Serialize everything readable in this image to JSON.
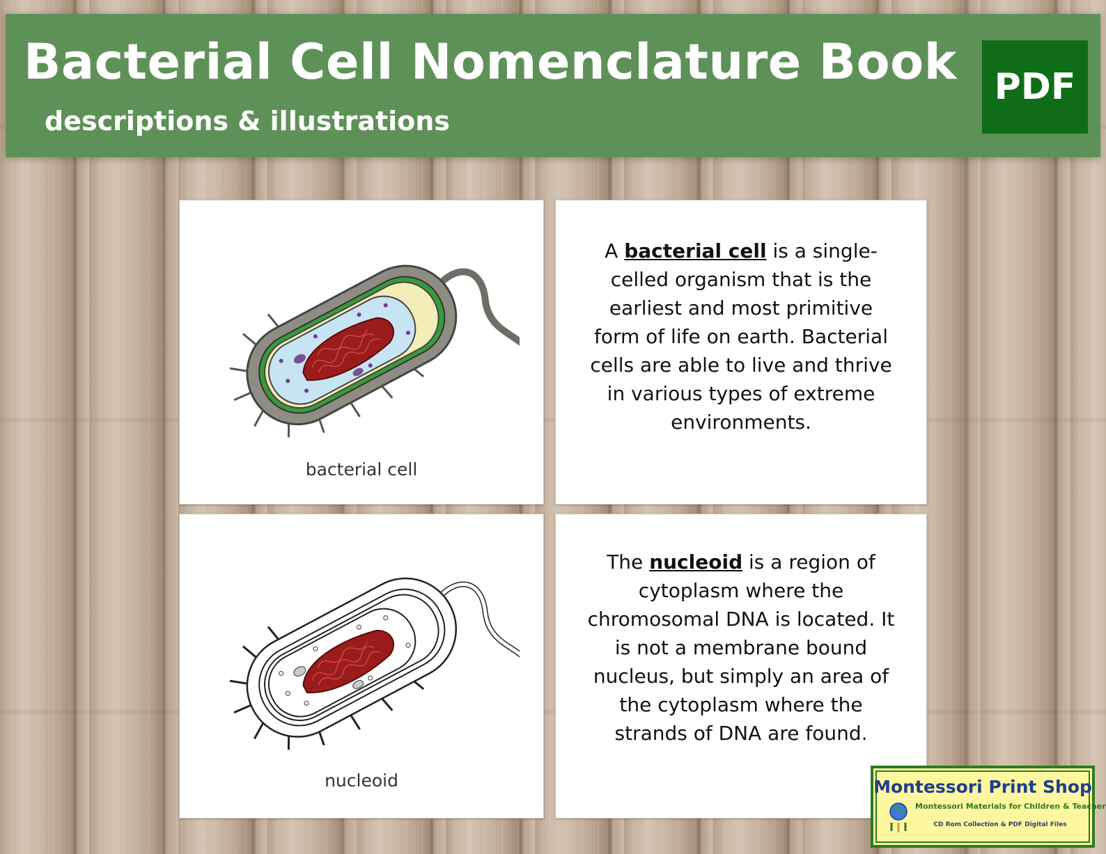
{
  "banner": {
    "title": "Bacterial Cell Nomenclature Book",
    "subtitle": "descriptions & illustrations",
    "badge": "PDF"
  },
  "cards": [
    {
      "label": "bacterial cell",
      "illustration": "bacterial-cell-colored",
      "description": {
        "before": "A ",
        "term": "bacterial cell",
        "after": " is a single-celled organism that is the earliest and most primitive form of life on earth. Bacterial cells are able to live and thrive in various types of extreme environments."
      }
    },
    {
      "label": "nucleoid",
      "illustration": "bacterial-cell-nucleoid-highlighted",
      "description": {
        "before": "The ",
        "term": "nucleoid",
        "after": " is a region of cytoplasm where the chromosomal DNA is located. It is not a membrane bound nucleus, but simply an area of the cytoplasm where the strands of DNA are found."
      }
    }
  ],
  "logo": {
    "name": "Montessori Print Shop",
    "tagline": "Montessori Materials for Children & Teachers",
    "subline": "CD Rom Collection & PDF Digital Files"
  },
  "colors": {
    "banner": "#5e9157",
    "badge": "#0f6d18",
    "dna": "#9b1c1c"
  }
}
